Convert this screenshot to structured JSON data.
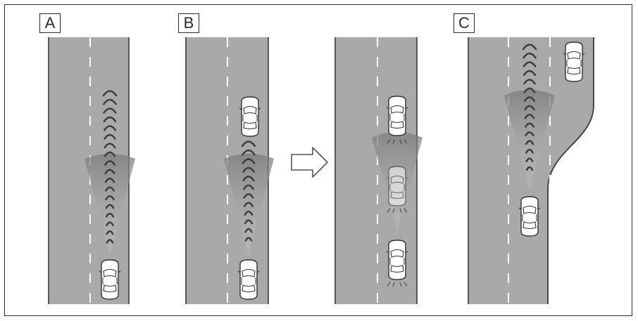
{
  "panels": [
    {
      "id": "a",
      "label": "A"
    },
    {
      "id": "b",
      "label": "B"
    },
    {
      "id": "b2",
      "label": ""
    },
    {
      "id": "c",
      "label": "C"
    }
  ],
  "colors": {
    "road": "#a9a9a9",
    "road_edge": "#3a3a3a",
    "lane_marking": "#ffffff",
    "frame": "#2a2a2a",
    "car_body": "#ffffff",
    "car_outline": "#333333",
    "radar_beam_light": "#c8c8c8",
    "radar_beam_dark": "#7a7a7a",
    "arrow_fill": "#ffffff",
    "arrow_outline": "#555555"
  },
  "icons": [
    "car-icon",
    "radar-sweep-icon",
    "right-arrow-icon",
    "sensor-wave-icon"
  ]
}
